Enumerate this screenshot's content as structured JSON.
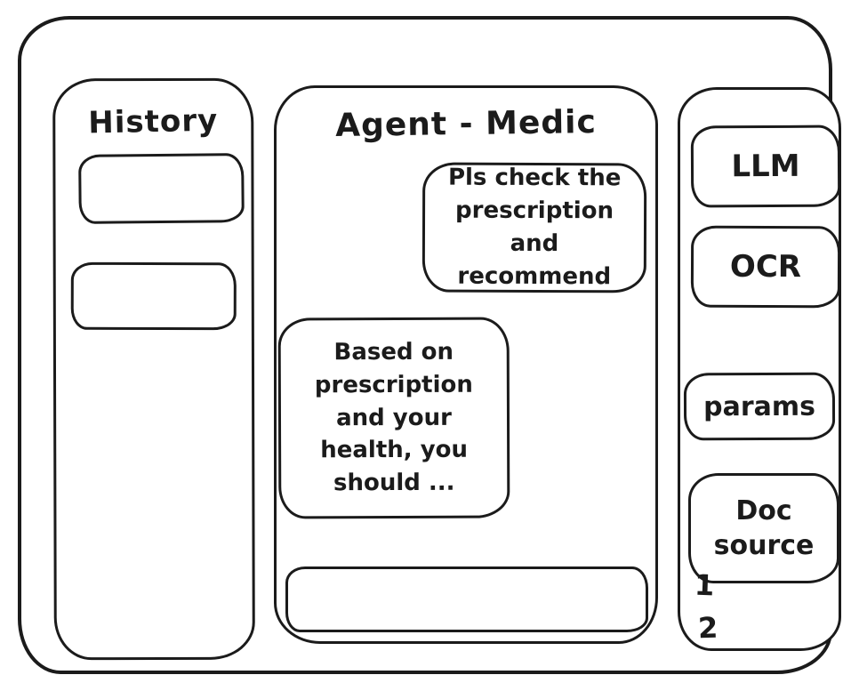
{
  "app": {
    "ink_color": "#1b1b1b",
    "background_color": "#ffffff",
    "style": "hand-drawn-wireframe"
  },
  "sidebar_left": {
    "title": "History",
    "items": [
      {
        "label": ""
      },
      {
        "label": ""
      }
    ]
  },
  "chat": {
    "title": "Agent - Medic",
    "messages": [
      {
        "role": "user",
        "align": "right",
        "text": "Pls check the prescription and recommend"
      },
      {
        "role": "assistant",
        "align": "left",
        "text": "Based on prescription and your health, you should ..."
      }
    ],
    "input": {
      "value": "",
      "placeholder": "",
      "label": "message input"
    }
  },
  "sidebar_right": {
    "buttons": [
      {
        "label": "LLM"
      },
      {
        "label": "OCR"
      },
      {
        "label": "params"
      },
      {
        "label": "Doc source"
      }
    ],
    "doc_list": [
      "1",
      "2"
    ]
  }
}
